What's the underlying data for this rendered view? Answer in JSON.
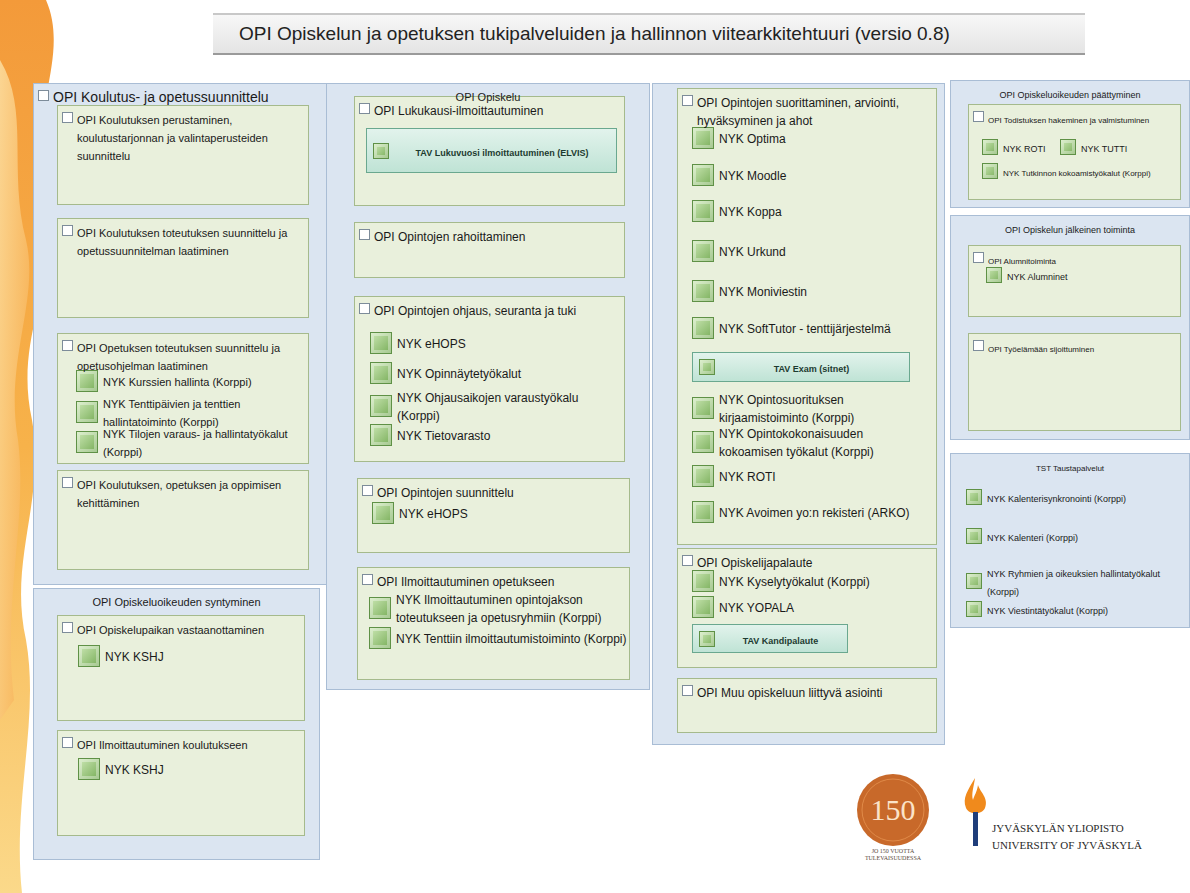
{
  "diagram": {
    "title": "OPI Opiskelun ja opetuksen tukipalveluiden ja hallinnon viitearkkitehtuuri (versio 0.8)",
    "nodes": [
      {
        "text": [
          "OPI Koulutus- ja opetussuunnittelu"
        ]
      },
      {
        "text": [
          "OPI Koulutuksen perustaminen, koulutustarjonnan ja valintaperusteiden suunnittelu"
        ],
        "in": 0
      },
      {
        "text": [
          "OPI Koulutuksen toteutuksen suunnittelu ja opetussuunnitelman laatiminen"
        ],
        "in": 0
      },
      {
        "text": [
          "OPI Opetuksen toteutuksen suunnittelu ja opetusohjelman laatiminen"
        ],
        "in": 0
      },
      {
        "text": [
          "NYK Kurssien hallinta (Korppi)"
        ],
        "in": 3
      },
      {
        "text": [
          "NYK Tenttipäivien ja tenttien hallintatoiminto (Korppi)"
        ],
        "in": 3
      },
      {
        "text": [
          "NYK Tilojen varaus- ja hallintatyökalut (Korppi)"
        ],
        "in": 3
      },
      {
        "text": [
          "OPI Koulutuksen, opetuksen ja oppimisen kehittäminen"
        ],
        "in": 0
      },
      {
        "text": [
          "OPI Opiskeluoikeuden syntyminen"
        ]
      },
      {
        "text": [
          "OPI Opiskelupaikan vastaanottaminen"
        ],
        "in": 8
      },
      {
        "text": [
          "NYK KSHJ"
        ],
        "in": 9
      },
      {
        "text": [
          "OPI Ilmoittautuminen koulutukseen"
        ],
        "in": 8
      },
      {
        "text": [
          "NYK KSHJ"
        ],
        "in": 11
      },
      {
        "text": [
          "OPI Opiskelu"
        ]
      },
      {
        "text": [
          "OPI Lukukausi-ilmoittautuminen"
        ],
        "in": 13
      },
      {
        "text": [
          "TAV Lukuvuosi ilmoittautuminen (ELVIS)"
        ],
        "in": 14
      },
      {
        "text": [
          "OPI Opintojen rahoittaminen"
        ],
        "in": 13
      },
      {
        "text": [
          "OPI Opintojen ohjaus, seuranta ja tuki"
        ],
        "in": 13
      },
      {
        "text": [
          "NYK eHOPS"
        ],
        "in": 17
      },
      {
        "text": [
          "NYK Opinnäytetyökalut"
        ],
        "in": 17
      },
      {
        "text": [
          "NYK Ohjausaikojen varaustyökalu (Korppi)"
        ],
        "in": 17
      },
      {
        "text": [
          "NYK Tietovarasto"
        ],
        "in": 17
      },
      {
        "text": [
          "OPI Opintojen suunnittelu"
        ],
        "in": 13
      },
      {
        "text": [
          "NYK eHOPS"
        ],
        "in": 22
      },
      {
        "text": [
          "OPI Ilmoittautuminen opetukseen"
        ],
        "in": 13
      },
      {
        "text": [
          "NYK Ilmoittautuminen opintojakson toteutukseen ja opetusryhmiin (Korppi)"
        ],
        "in": 24
      },
      {
        "text": [
          "NYK Tenttiin ilmoittautumistoiminto (Korppi)"
        ],
        "in": 24
      },
      {
        "text": [
          "OPI Opintojen suorittaminen, arviointi, hyväksyminen ja ahot"
        ]
      },
      {
        "text": [
          "NYK Optima"
        ],
        "in": 27
      },
      {
        "text": [
          "NYK Moodle"
        ],
        "in": 27
      },
      {
        "text": [
          "NYK Koppa"
        ],
        "in": 27
      },
      {
        "text": [
          "NYK Urkund"
        ],
        "in": 27
      },
      {
        "text": [
          "NYK Moniviestin"
        ],
        "in": 27
      },
      {
        "text": [
          "NYK SoftTutor - tenttijärjestelmä"
        ],
        "in": 27
      },
      {
        "text": [
          "TAV Exam (sitnet)"
        ],
        "in": 27
      },
      {
        "text": [
          "NYK Opintosuorituksen kirjaamistoiminto (Korppi)"
        ],
        "in": 27
      },
      {
        "text": [
          "NYK Opintokokonaisuuden kokoamisen työkalut (Korppi)"
        ],
        "in": 27
      },
      {
        "text": [
          "NYK ROTI"
        ],
        "in": 27
      },
      {
        "text": [
          "NYK Avoimen yo:n rekisteri (ARKO)"
        ],
        "in": 27
      },
      {
        "text": [
          "OPI Opiskelijapalaute"
        ]
      },
      {
        "text": [
          "NYK Kyselytyökalut (Korppi)"
        ],
        "in": 39
      },
      {
        "text": [
          "NYK YOPALA"
        ],
        "in": 39
      },
      {
        "text": [
          "TAV Kandipalaute"
        ],
        "in": 39
      },
      {
        "text": [
          "OPI Muu opiskeluun liittyvä asiointi"
        ]
      },
      {
        "text": [
          "OPI Opiskeluoikeuden päättyminen"
        ]
      },
      {
        "text": [
          "OPI Todistuksen hakeminen ja valmistuminen"
        ],
        "in": 44
      },
      {
        "text": [
          "NYK ROTI"
        ],
        "in": 45
      },
      {
        "text": [
          "NYK TUTTI"
        ],
        "in": 45
      },
      {
        "text": [
          "NYK Tutkinnon kokoamistyökalut (Korppi)"
        ],
        "in": 45
      },
      {
        "text": [
          "OPI Opiskelun jälkeinen toiminta"
        ]
      },
      {
        "text": [
          "OPI Alumnitoiminta"
        ],
        "in": 49
      },
      {
        "text": [
          "NYK Alumninet"
        ],
        "in": 50
      },
      {
        "text": [
          "OPI Työelämään sijoittuminen"
        ],
        "in": 49
      },
      {
        "text": [
          "TST Taustapalvelut"
        ]
      },
      {
        "text": [
          "NYK Kalenterisynkronointi (Korppi)"
        ],
        "in": 53
      },
      {
        "text": [
          "NYK Kalenteri (Korppi)"
        ],
        "in": 53
      },
      {
        "text": [
          "NYK Ryhmien ja oikeuksien hallintatyökalut (Korppi)"
        ],
        "in": 53
      },
      {
        "text": [
          "NYK Viestintätyökalut (Korppi)"
        ],
        "in": 53
      }
    ],
    "labels": [
      "150",
      "JO 150 VUOTTA TULEVAISUUDESSA",
      "JYVÄSKYLÄN YLIOPISTO",
      "UNIVERSITY OF JYVÄSKYLÄ"
    ]
  }
}
